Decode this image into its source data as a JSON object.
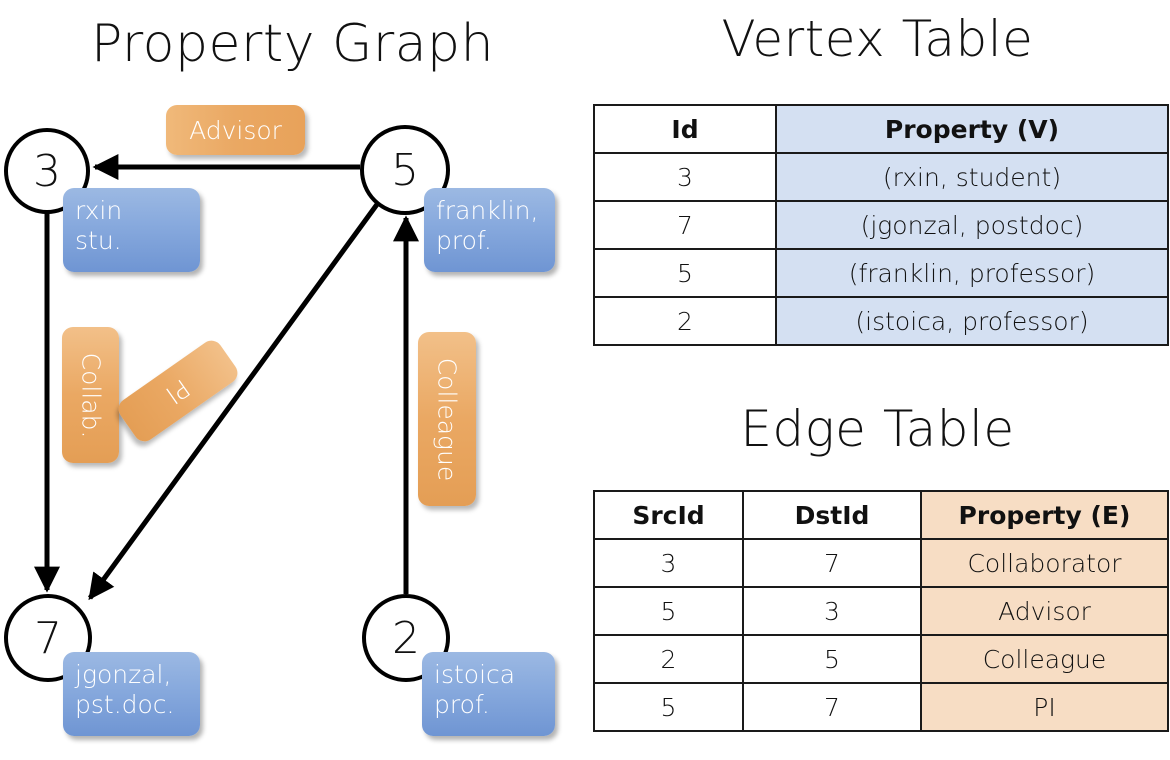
{
  "titles": {
    "graph": "Property Graph",
    "vertex_table": "Vertex Table",
    "edge_table": "Edge Table"
  },
  "colors": {
    "vertex_property_fill": "#d4e0f2",
    "edge_property_fill": "#f7ddc4",
    "vertex_box_fill": "#87a9dd",
    "edge_label_fill": "#eaa863",
    "stroke": "#000000"
  },
  "graph": {
    "nodes": [
      {
        "id": "3",
        "label_line1": "rxin",
        "label_line2": "stu."
      },
      {
        "id": "5",
        "label_line1": "franklin,",
        "label_line2": "prof."
      },
      {
        "id": "7",
        "label_line1": "jgonzal,",
        "label_line2": "pst.doc."
      },
      {
        "id": "2",
        "label_line1": "istoica",
        "label_line2": "prof."
      }
    ],
    "edge_labels": [
      {
        "name": "advisor",
        "text": "Advisor"
      },
      {
        "name": "collab",
        "text": "Collab."
      },
      {
        "name": "pi",
        "text": "PI"
      },
      {
        "name": "colleague",
        "text": "Colleague"
      }
    ],
    "edges": [
      {
        "from": "5",
        "to": "3",
        "label": "Advisor"
      },
      {
        "from": "3",
        "to": "7",
        "label": "Collab."
      },
      {
        "from": "5",
        "to": "7",
        "label": "PI"
      },
      {
        "from": "2",
        "to": "5",
        "label": "Colleague"
      }
    ]
  },
  "vertex_table": {
    "headers": [
      "Id",
      "Property (V)"
    ],
    "rows": [
      {
        "id": "3",
        "property": "(rxin, student)"
      },
      {
        "id": "7",
        "property": "(jgonzal, postdoc)"
      },
      {
        "id": "5",
        "property": "(franklin, professor)"
      },
      {
        "id": "2",
        "property": "(istoica, professor)"
      }
    ]
  },
  "edge_table": {
    "headers": [
      "SrcId",
      "DstId",
      "Property (E)"
    ],
    "rows": [
      {
        "src": "3",
        "dst": "7",
        "property": "Collaborator"
      },
      {
        "src": "5",
        "dst": "3",
        "property": "Advisor"
      },
      {
        "src": "2",
        "dst": "5",
        "property": "Colleague"
      },
      {
        "src": "5",
        "dst": "7",
        "property": "PI"
      }
    ]
  }
}
